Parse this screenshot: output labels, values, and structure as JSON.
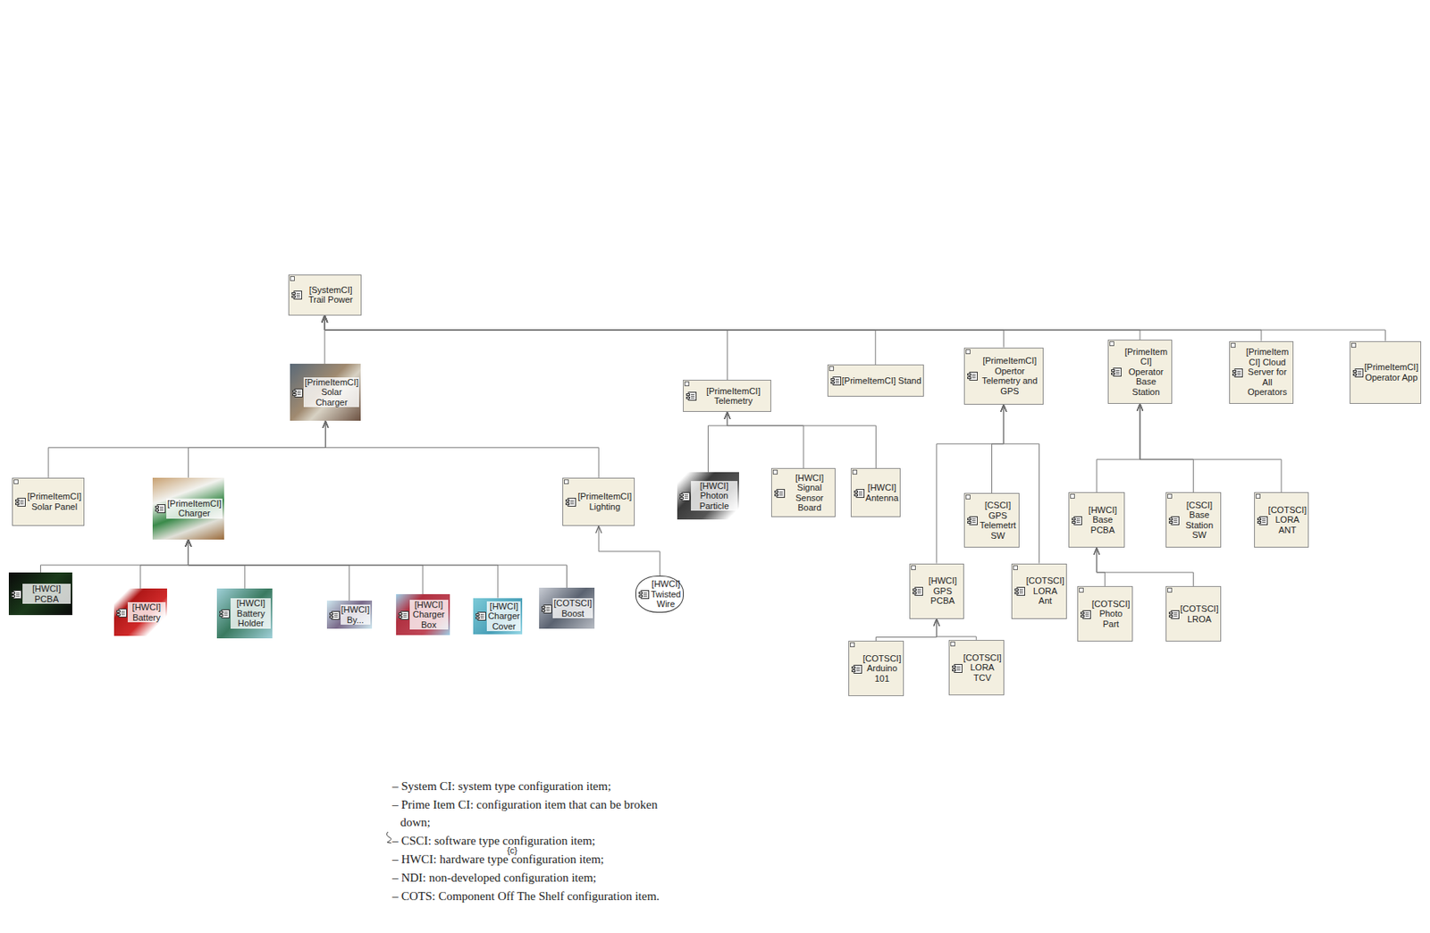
{
  "diagram": {
    "nodes": [
      {
        "text": [
          "[SystemCI] Trail Power"
        ]
      },
      {
        "text": [
          "[PrimeItemCI] Solar Charger"
        ]
      },
      {
        "text": [
          "[PrimeItemCI] Telemetry"
        ]
      },
      {
        "text": [
          "[PrimeItemCI] Stand"
        ]
      },
      {
        "text": [
          "[PrimeItemCI] Opertor Telemetry and GPS"
        ]
      },
      {
        "text": [
          "[PrimeItem CI] Operator Base Station"
        ]
      },
      {
        "text": [
          "[PrimeItem CI] Cloud Server for All Operators"
        ]
      },
      {
        "text": [
          "[PrimeItemCI] Operator App"
        ]
      },
      {
        "text": [
          "[PrimeItemCI] Solar Panel"
        ]
      },
      {
        "text": [
          "[PrimeItemCI] Charger"
        ]
      },
      {
        "text": [
          "[PrimeItemCI] Lighting"
        ]
      },
      {
        "text": [
          "[HWCI] PCBA"
        ]
      },
      {
        "text": [
          "[HWCI] Battery"
        ]
      },
      {
        "text": [
          "[HWCI] Battery Holder"
        ]
      },
      {
        "text": [
          "[HWCI] By..."
        ]
      },
      {
        "text": [
          "[HWCI] Charger Box"
        ]
      },
      {
        "text": [
          "[HWCI] Charger Cover"
        ]
      },
      {
        "text": [
          "[COTSCI] Boost"
        ]
      },
      {
        "text": [
          "[HWCI] Twisted Wire"
        ]
      },
      {
        "text": [
          "[HWCI] Photon Particle"
        ]
      },
      {
        "text": [
          "[HWCI] Signal Sensor Board"
        ]
      },
      {
        "text": [
          "[HWCI] Antenna"
        ]
      },
      {
        "text": [
          "[HWCI] GPS PCBA"
        ]
      },
      {
        "text": [
          "[CSCI] GPS Telemetrt SW"
        ]
      },
      {
        "text": [
          "[COTSCI] LORA Ant"
        ]
      },
      {
        "text": [
          "[COTSCI] Arduino 101"
        ]
      },
      {
        "text": [
          "[COTSCI] LORA TCV"
        ]
      },
      {
        "text": [
          "[HWCI] Base PCBA"
        ]
      },
      {
        "text": [
          "[CSCI] Base Station SW"
        ]
      },
      {
        "text": [
          "[COTSCI] LORA ANT"
        ]
      },
      {
        "text": [
          "[COTSCI] Photo Part"
        ]
      },
      {
        "text": [
          "[COTSCI] LROA"
        ]
      }
    ],
    "edges": [
      {
        "from": 1,
        "to": 0,
        "arrow": "to"
      },
      {
        "from": 2,
        "to": 0,
        "arrow": "to"
      },
      {
        "from": 3,
        "to": 0,
        "arrow": "to"
      },
      {
        "from": 4,
        "to": 0,
        "arrow": "to"
      },
      {
        "from": 5,
        "to": 0,
        "arrow": "to"
      },
      {
        "from": 6,
        "to": 0,
        "arrow": "to"
      },
      {
        "from": 7,
        "to": 0,
        "arrow": "to"
      },
      {
        "from": 8,
        "to": 1,
        "arrow": "to"
      },
      {
        "from": 9,
        "to": 1,
        "arrow": "to"
      },
      {
        "from": 10,
        "to": 1,
        "arrow": "to"
      },
      {
        "from": 11,
        "to": 9,
        "arrow": "to"
      },
      {
        "from": 12,
        "to": 9,
        "arrow": "to"
      },
      {
        "from": 13,
        "to": 9,
        "arrow": "to"
      },
      {
        "from": 14,
        "to": 9,
        "arrow": "to"
      },
      {
        "from": 15,
        "to": 9,
        "arrow": "to"
      },
      {
        "from": 16,
        "to": 9,
        "arrow": "to"
      },
      {
        "from": 17,
        "to": 9,
        "arrow": "to"
      },
      {
        "from": 18,
        "to": 10,
        "arrow": "to"
      },
      {
        "from": 19,
        "to": 2,
        "arrow": "to"
      },
      {
        "from": 20,
        "to": 2,
        "arrow": "to"
      },
      {
        "from": 21,
        "to": 2,
        "arrow": "to"
      },
      {
        "from": 22,
        "to": 4,
        "arrow": "to"
      },
      {
        "from": 23,
        "to": 4,
        "arrow": "to"
      },
      {
        "from": 24,
        "to": 4,
        "arrow": "to"
      },
      {
        "from": 25,
        "to": 22,
        "arrow": "to"
      },
      {
        "from": 26,
        "to": 22,
        "arrow": "to"
      },
      {
        "from": 27,
        "to": 5,
        "arrow": "to"
      },
      {
        "from": 28,
        "to": 5,
        "arrow": "to"
      },
      {
        "from": 29,
        "to": 5,
        "arrow": "to"
      },
      {
        "from": 30,
        "to": 27,
        "arrow": "to"
      },
      {
        "from": 31,
        "to": 27,
        "arrow": "to"
      }
    ],
    "labels": [
      "– System CI: system type configuration item;",
      "– Prime Item CI: configuration item that can be broken down;",
      "– CSCI: software type configuration item;",
      "– HWCI: hardware type configuration item;",
      "– NDI: non-developed configuration item;",
      "– COTS: Component Off The Shelf configuration item.",
      "{c}"
    ]
  }
}
